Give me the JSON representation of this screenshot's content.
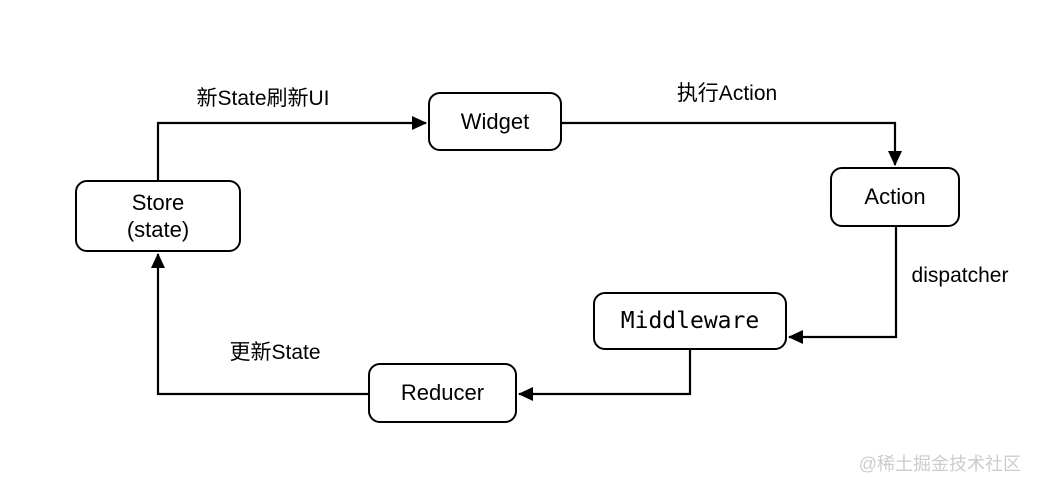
{
  "diagram": {
    "type": "flowchart",
    "nodes": {
      "store": {
        "title": "Store",
        "subtitle": "(state)"
      },
      "widget": {
        "title": "Widget"
      },
      "action": {
        "title": "Action"
      },
      "middleware": {
        "title": "Middleware"
      },
      "reducer": {
        "title": "Reducer"
      }
    },
    "edges": {
      "store_to_widget": {
        "from": "store",
        "to": "widget",
        "label": "新State刷新UI"
      },
      "widget_to_action": {
        "from": "widget",
        "to": "action",
        "label": "执行Action"
      },
      "action_to_middleware": {
        "from": "action",
        "to": "middleware",
        "label": "dispatcher"
      },
      "middleware_to_reducer": {
        "from": "middleware",
        "to": "reducer",
        "label": ""
      },
      "reducer_to_store": {
        "from": "reducer",
        "to": "store",
        "label": "更新State"
      }
    },
    "watermark": "@稀土掘金技术社区",
    "colors": {
      "background": "#ffffff",
      "stroke": "#000000",
      "node_fill": "#ffffff",
      "watermark": "#cccccc"
    }
  }
}
